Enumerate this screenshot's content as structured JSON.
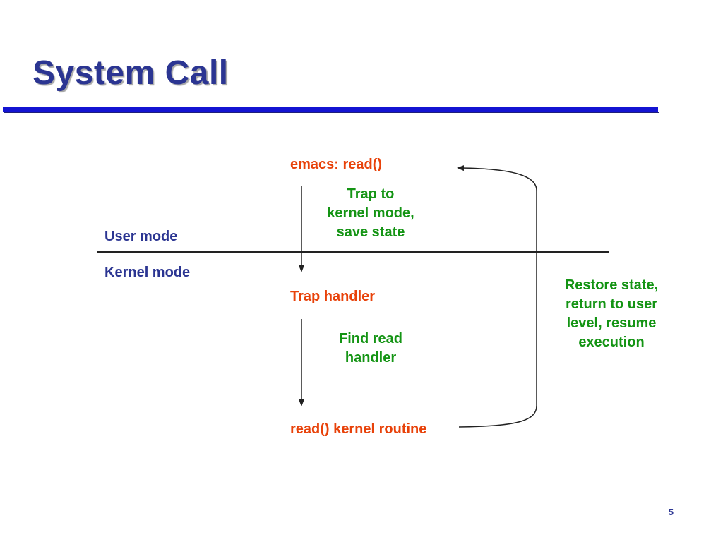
{
  "slide": {
    "title": "System Call",
    "page_number": "5"
  },
  "diagram": {
    "modes": {
      "user": "User mode",
      "kernel": "Kernel mode"
    },
    "steps": {
      "emacs_read": "emacs: read()",
      "trap_handler": "Trap handler",
      "read_kernel_routine": "read() kernel routine"
    },
    "annotations": {
      "trap_to_kernel": [
        "Trap to",
        "kernel mode,",
        "save state"
      ],
      "find_read_handler": [
        "Find read",
        "handler"
      ],
      "restore_state": [
        "Restore state,",
        "return to user",
        "level, resume",
        "execution"
      ]
    },
    "colors": {
      "title": "#2b3592",
      "rule": "#1414d2",
      "mode_label": "#2b3592",
      "step": "#e8420a",
      "annotation": "#149414",
      "line": "#222222"
    }
  }
}
